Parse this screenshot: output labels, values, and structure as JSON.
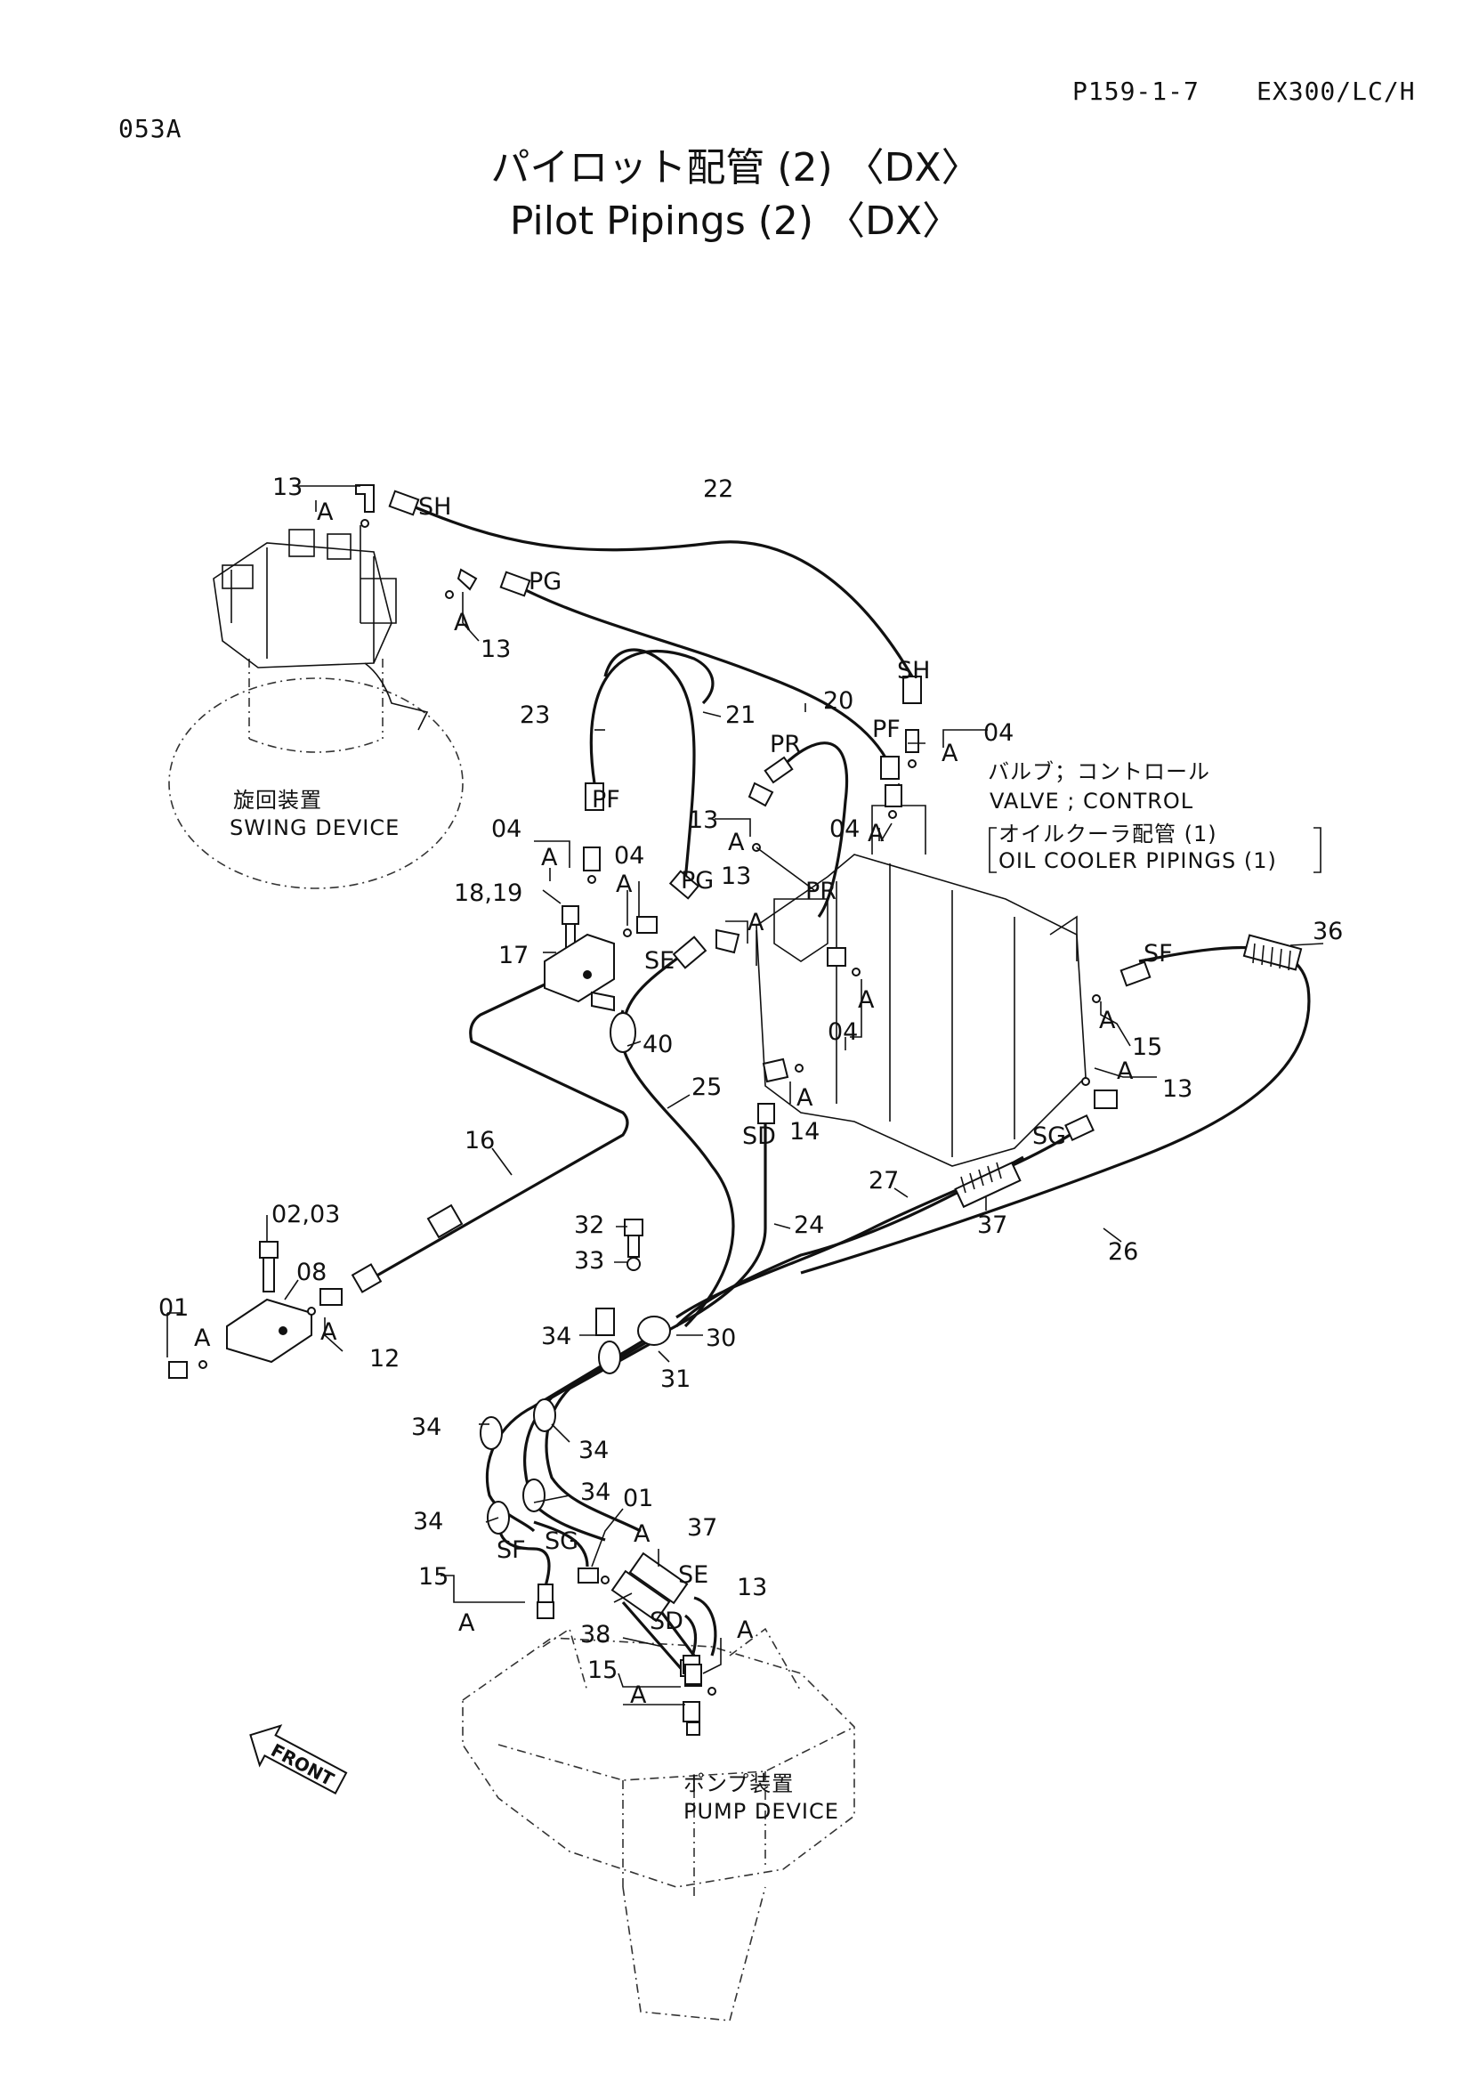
{
  "header": {
    "page_code": "P159-1-7",
    "model": "EX300/LC/H",
    "sheet": "053A",
    "title_jp": "パイロット配管 (2) 〈DX〉",
    "title_en": "Pilot Pipings (2) 〈DX〉"
  },
  "captions": {
    "swing_jp": "旋回装置",
    "swing_en": "SWING DEVICE",
    "valve_jp": "バルブ；コントロール",
    "valve_en": "VALVE ; CONTROL",
    "cooler_jp": "オイルクーラ配管 (1)",
    "cooler_en": "OIL COOLER PIPINGS (1)",
    "pump_jp": "ポンプ装置",
    "pump_en": "PUMP DEVICE",
    "front": "FRONT"
  },
  "labels": {
    "p13": "13",
    "p22": "22",
    "p23": "23",
    "p21": "21",
    "p20": "20",
    "p04": "04",
    "p18_19": "18,19",
    "p17": "17",
    "p40": "40",
    "p25": "25",
    "p16": "16",
    "p02_03": "02,03",
    "p08": "08",
    "p01": "01",
    "p12": "12",
    "p14": "14",
    "p15": "15",
    "p36": "36",
    "p37": "37",
    "p27": "27",
    "p26": "26",
    "p24": "24",
    "p32": "32",
    "p33": "33",
    "p34": "34",
    "p30": "30",
    "p31": "31",
    "p38": "38",
    "A": "A",
    "SH": "SH",
    "PG": "PG",
    "PF": "PF",
    "PR": "PR",
    "SE": "SE",
    "SD": "SD",
    "SF": "SF",
    "SG": "SG"
  }
}
